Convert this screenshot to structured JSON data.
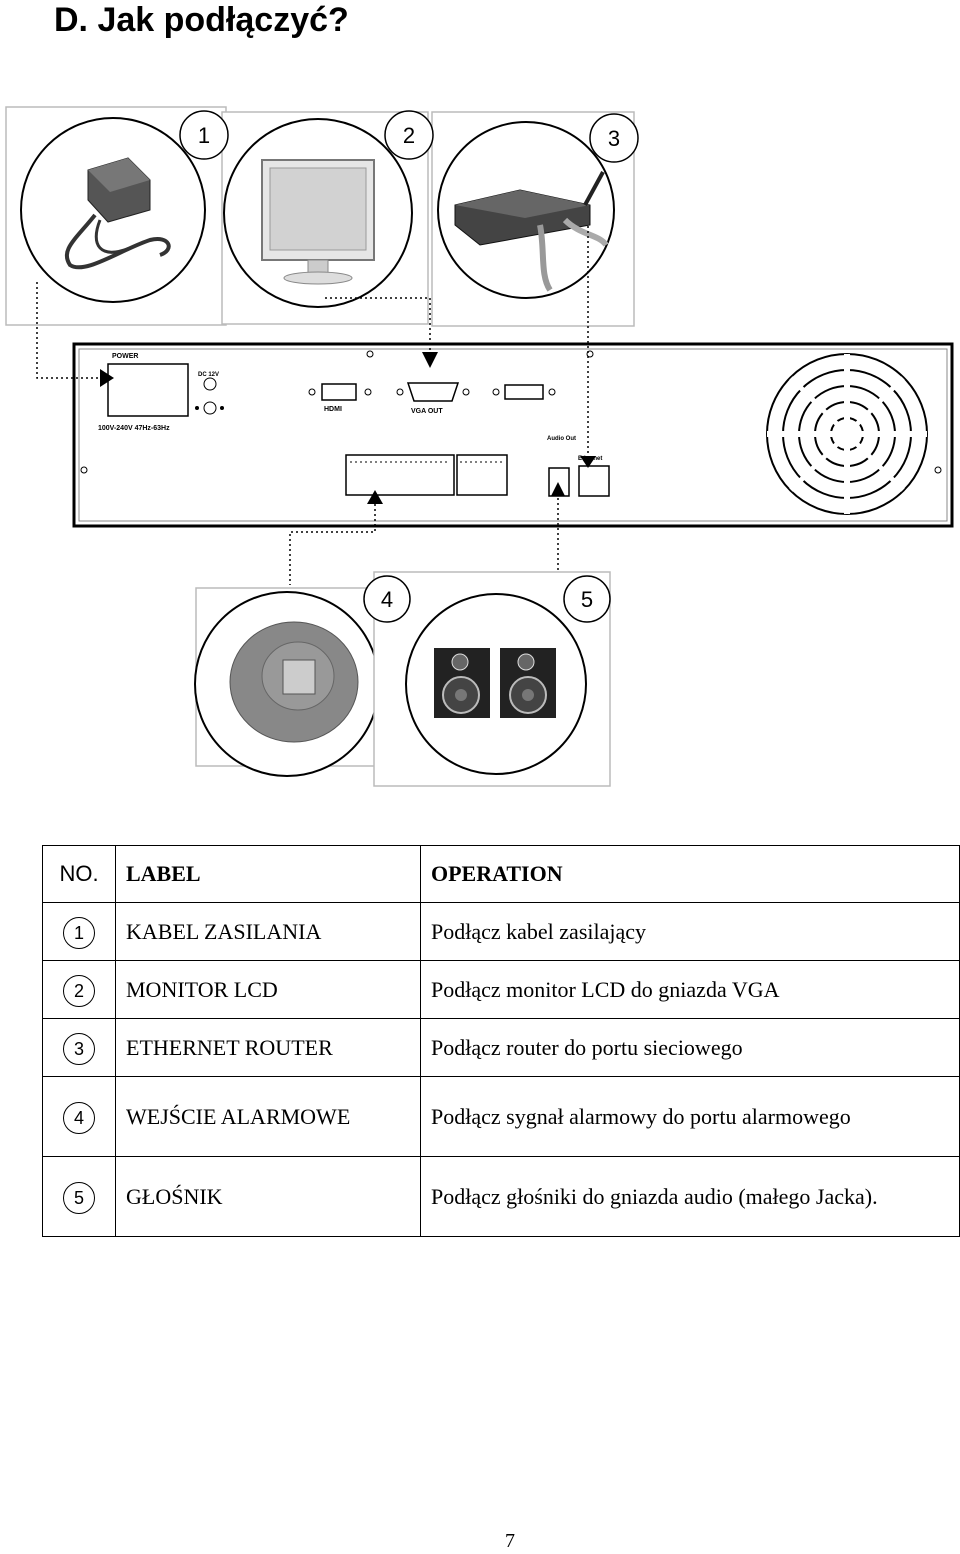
{
  "heading": "D. Jak podłączyć?",
  "diagram": {
    "numbers": [
      "1",
      "2",
      "3",
      "4",
      "5"
    ],
    "panel_labels": {
      "power": "POWER",
      "dc": "DC 12V",
      "voltage": "100V-240V  47Hz-63Hz",
      "hdmi": "HDMI",
      "vga": "VGA OUT",
      "audio_out": "Audio Out",
      "ethernet": "Ethernet"
    }
  },
  "table": {
    "headers": {
      "no": "NO.",
      "label": "LABEL",
      "operation": "OPERATION"
    },
    "rows": [
      {
        "no": "1",
        "label": "KABEL ZASILANIA",
        "operation": "Podłącz kabel zasilający"
      },
      {
        "no": "2",
        "label": "MONITOR LCD",
        "operation": "Podłącz monitor LCD do gniazda VGA"
      },
      {
        "no": "3",
        "label": "ETHERNET ROUTER",
        "operation": "Podłącz router do portu sieciowego"
      },
      {
        "no": "4",
        "label": "WEJŚCIE ALARMOWE",
        "operation": "Podłącz sygnał alarmowy do portu alarmowego"
      },
      {
        "no": "5",
        "label": "GŁOŚNIK",
        "operation": "Podłącz głośniki do gniazda audio (małego Jacka)."
      }
    ]
  },
  "page_number": "7"
}
